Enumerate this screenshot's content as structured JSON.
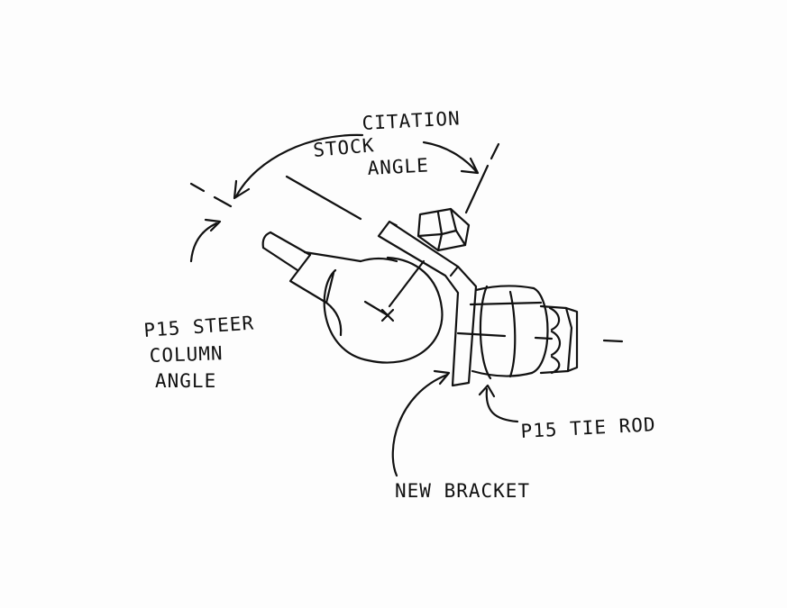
{
  "labels": {
    "citation": "CITATION",
    "stock": "STOCK",
    "angle_top": "ANGLE",
    "p15_steer": "P15 STEER",
    "column": "COLUMN",
    "angle_left": "ANGLE",
    "p15_tie_rod": "P15 TIE ROD",
    "new_bracket": "NEW BRACKET"
  },
  "colors": {
    "ink": "#111111",
    "paper": "#fdfdfd"
  }
}
